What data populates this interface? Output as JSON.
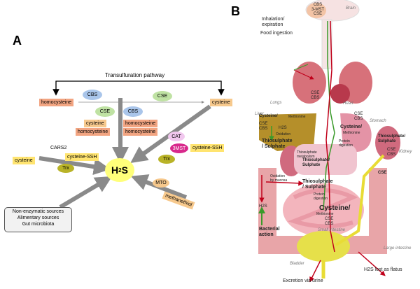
{
  "panel_a": {
    "letter": "A",
    "pathway_title": "Transulfuration pathway",
    "homocysteine_left": "homocysteine",
    "cbs_top": "CBS",
    "cse_top": "CSE",
    "cysteine_right": "cysteine",
    "cse_mid": "CSE",
    "cbs_mid": "CBS",
    "cysteine_box1": "cysteine",
    "homocysteine_box2": "homocysteine",
    "homocysteine_box3": "homocysteine",
    "homocysteine_box4": "homocysteine",
    "cysteine_box5": "cysteine",
    "cat": "CAT",
    "mst": "3MST",
    "cysteine_ssh_right": "cysteine-SSH",
    "trx_right": "Trx",
    "cars2": "CARS2",
    "cysteine_left": "cysteine",
    "cysteine_ssh_left": "cysteine-SSH",
    "trx_left": "Trx",
    "h2s_main": "H",
    "h2s_sub": "2",
    "h2s_end": "S",
    "mto": "MTO",
    "methanethiol": "methanethiol",
    "sources_line1": "Non-enzymatic sources",
    "sources_line2": "Alimentary sources",
    "sources_line3": "Gut microbiota"
  },
  "panel_b": {
    "letter": "B",
    "brain": "Brain",
    "brain_enzymes": "CBS\n3-MST\nCSE",
    "inhalation": "Inhalation/\nexpiration",
    "food": "Food ingestion",
    "lungs": "Lungs",
    "heart": "Heart",
    "lung_enzymes": "CSE\nCBS",
    "liver": "Liver",
    "stomach": "Stomach",
    "stomach_enzymes": "CSE\nCBS",
    "liver_cysteine": "Cysteine/",
    "liver_methionine": "Methionine",
    "liver_enzymes": "CSE\nCBS",
    "h2s_liver": "H2S",
    "oxidation": "Oxidation",
    "thiosulphate_liver": "Thiosulphate\n/ Sulphate",
    "stomach_cysteine": "Cysteine/",
    "stomach_methionine": "Methionine",
    "protein_digestion": "Protein\ndigestion",
    "thiosulphate_kidney": "Thiosulphate/\nSulphate",
    "kidney": "Kidney",
    "kidney_enzymes": "CSE\nCBS",
    "thiosulphate_mid": "Thiosulphate/\nSulphate",
    "metabolism": "Thiosulphate\nmetabolism",
    "cse_right": "CSE",
    "oxidation_mucosa": "Oxidation\nby mucosa",
    "thiosulphate_gut": "Thiosulphate\n/ Sulphate",
    "protein_digestion_gut": "Protein\ndigestion",
    "h2s_gut": "H2S",
    "cysteine_gut": "Cysteine/",
    "methionine_gut": "Methionine",
    "gut_enzymes": "CSE\nCBS",
    "small_intestine": "Small intestine",
    "bacterial": "Bacterial\naction",
    "large_intestine": "Large intestine",
    "bladder": "Bladder",
    "excretion": "Excretion via urine",
    "flatus": "H2S lost as flatus"
  }
}
